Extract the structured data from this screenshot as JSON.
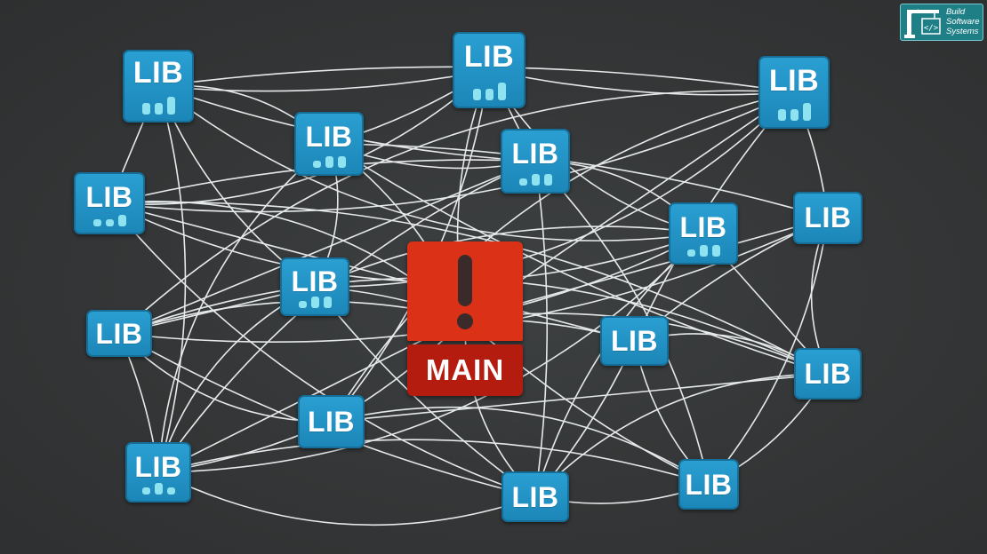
{
  "diagram": {
    "nodes": [
      {
        "id": "n1",
        "label": "LIB",
        "bars": [
          2,
          2,
          3
        ]
      },
      {
        "id": "n2",
        "label": "LIB",
        "bars": [
          2,
          2,
          3
        ]
      },
      {
        "id": "n3",
        "label": "LIB",
        "bars": [
          2,
          2,
          3
        ]
      },
      {
        "id": "n4",
        "label": "LIB",
        "bars": [
          1,
          2,
          2
        ]
      },
      {
        "id": "n5",
        "label": "LIB",
        "bars": [
          1,
          2,
          2
        ]
      },
      {
        "id": "n6",
        "label": "LIB",
        "bars": [
          1,
          1,
          2
        ]
      },
      {
        "id": "n7",
        "label": "LIB",
        "bars": [
          1,
          2,
          2
        ]
      },
      {
        "id": "n8",
        "label": "LIB",
        "bars": []
      },
      {
        "id": "n9",
        "label": "LIB",
        "bars": [
          1,
          2,
          2
        ]
      },
      {
        "id": "n10",
        "label": "LIB",
        "bars": []
      },
      {
        "id": "n11",
        "label": "LIB",
        "bars": []
      },
      {
        "id": "n12",
        "label": "LIB",
        "bars": []
      },
      {
        "id": "n13",
        "label": "LIB",
        "bars": []
      },
      {
        "id": "n14",
        "label": "LIB",
        "bars": [
          1,
          2,
          1
        ]
      },
      {
        "id": "n15",
        "label": "LIB",
        "bars": []
      },
      {
        "id": "n16",
        "label": "LIB",
        "bars": []
      }
    ],
    "main": {
      "label": "MAIN",
      "alert_icon": "exclamation-icon"
    },
    "edges": [
      [
        "n1",
        "n4"
      ],
      [
        "n1",
        "n3"
      ],
      [
        "n1",
        "n5"
      ],
      [
        "n1",
        "n9"
      ],
      [
        "n1",
        "n14"
      ],
      [
        "n1",
        "n6"
      ],
      [
        "n1",
        "n7"
      ],
      [
        "n2",
        "n6"
      ],
      [
        "n2",
        "n4"
      ],
      [
        "n2",
        "n3"
      ],
      [
        "n2",
        "n9"
      ],
      [
        "n2",
        "n13"
      ],
      [
        "n2",
        "n5"
      ],
      [
        "n2",
        "main"
      ],
      [
        "n3",
        "n7"
      ],
      [
        "n3",
        "n10"
      ],
      [
        "n3",
        "n11"
      ],
      [
        "n3",
        "n13"
      ],
      [
        "n3",
        "n6"
      ],
      [
        "n3",
        "main"
      ],
      [
        "n4",
        "n5"
      ],
      [
        "n4",
        "n7"
      ],
      [
        "n4",
        "n10"
      ],
      [
        "n4",
        "n12"
      ],
      [
        "n4",
        "n14"
      ],
      [
        "n4",
        "main"
      ],
      [
        "n5",
        "n8"
      ],
      [
        "n5",
        "n14"
      ],
      [
        "n5",
        "n9"
      ],
      [
        "n5",
        "n15"
      ],
      [
        "n5",
        "n6"
      ],
      [
        "n6",
        "n9"
      ],
      [
        "n6",
        "n12"
      ],
      [
        "n6",
        "n11"
      ],
      [
        "n6",
        "n15"
      ],
      [
        "n6",
        "main"
      ],
      [
        "n7",
        "main"
      ],
      [
        "n7",
        "n15"
      ],
      [
        "n7",
        "n14"
      ],
      [
        "n7",
        "n9"
      ],
      [
        "n7",
        "n8"
      ],
      [
        "n8",
        "n10"
      ],
      [
        "n8",
        "n12"
      ],
      [
        "n8",
        "n14"
      ],
      [
        "n8",
        "n15"
      ],
      [
        "n8",
        "n13"
      ],
      [
        "n8",
        "main"
      ],
      [
        "n9",
        "n12"
      ],
      [
        "n9",
        "n15"
      ],
      [
        "n9",
        "n14"
      ],
      [
        "n9",
        "main"
      ],
      [
        "n10",
        "n11"
      ],
      [
        "n10",
        "n12"
      ],
      [
        "n10",
        "n16"
      ],
      [
        "n10",
        "main"
      ],
      [
        "n11",
        "n16"
      ],
      [
        "n11",
        "n12"
      ],
      [
        "n11",
        "n15"
      ],
      [
        "n11",
        "main"
      ],
      [
        "n12",
        "n15"
      ],
      [
        "n12",
        "n16"
      ],
      [
        "n12",
        "n13"
      ],
      [
        "n12",
        "main"
      ],
      [
        "n13",
        "n16"
      ],
      [
        "n13",
        "n14"
      ],
      [
        "n13",
        "main"
      ],
      [
        "n14",
        "n15"
      ],
      [
        "n14",
        "n16"
      ],
      [
        "n14",
        "main"
      ],
      [
        "n15",
        "n16"
      ],
      [
        "n15",
        "main"
      ],
      [
        "n16",
        "main"
      ],
      [
        "n1",
        "n2"
      ],
      [
        "n3",
        "n8"
      ],
      [
        "n5",
        "n16"
      ]
    ]
  },
  "logo": {
    "lines": [
      "Build",
      "Software",
      "Systems"
    ],
    "icon": "crane-code-icon"
  },
  "colors": {
    "background": "#2f3132",
    "node": "#1f8fc2",
    "edge": "#e6e9ea",
    "main_top": "#db3117",
    "main_bottom": "#b51c10",
    "logo": "#1f7f86"
  }
}
